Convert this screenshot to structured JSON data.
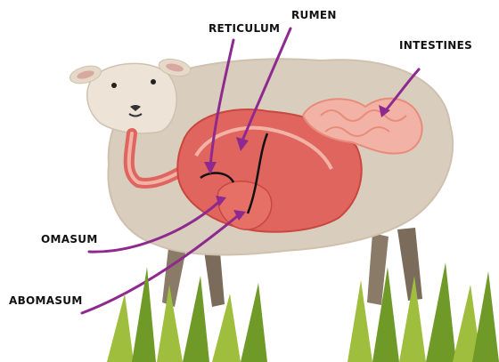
{
  "labels": {
    "reticulum": "RETICULUM",
    "rumen": "RUMEN",
    "intestines": "INTESTINES",
    "omasum": "OMASUM",
    "abomasum": "ABOMASUM"
  },
  "colors": {
    "wool": "#d9cdbd",
    "wool_outline": "#cfc1ae",
    "face": "#ede3d6",
    "legs": "#8a7a68",
    "stomach": "#e0655e",
    "stomach_dark": "#c9473f",
    "intestine": "#f2b3a6",
    "intestine_outline": "#e98b7b",
    "arrow": "#8e2a8f",
    "grass": "#9fbe3e",
    "grass_dark": "#6f9a28"
  }
}
